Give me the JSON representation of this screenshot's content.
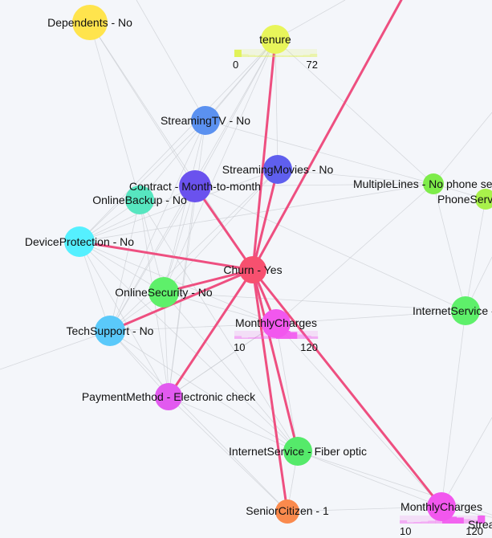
{
  "nodes": [
    {
      "id": "dependents",
      "label": "Dependents - No",
      "color": "#ffe44d"
    },
    {
      "id": "tenure",
      "label": "tenure",
      "color": "#e8f55a",
      "hist": {
        "min": "0",
        "max": "72",
        "color": "#dff24a"
      }
    },
    {
      "id": "streamingtv",
      "label": "StreamingTV - No",
      "color": "#5b91f0"
    },
    {
      "id": "streamingmov",
      "label": "StreamingMovies - No",
      "color": "#5f5fee"
    },
    {
      "id": "contract",
      "label": "Contract - Month-to-month",
      "color": "#6a52ee"
    },
    {
      "id": "onlinebackup",
      "label": "OnlineBackup - No",
      "color": "#57e6c0"
    },
    {
      "id": "multiplelines",
      "label": "MultipleLines - No phone se",
      "color": "#7eec4a"
    },
    {
      "id": "phoneservice",
      "label": "PhoneServ",
      "color": "#a9f14b"
    },
    {
      "id": "deviceprot",
      "label": "DeviceProtection - No",
      "color": "#55f0ff"
    },
    {
      "id": "churn",
      "label": "Churn - Yes",
      "color": "#f7506f"
    },
    {
      "id": "onlinesec",
      "label": "OnlineSecurity - No",
      "color": "#5ef06a"
    },
    {
      "id": "internetsvc1",
      "label": "InternetService -",
      "color": "#5ef06a"
    },
    {
      "id": "monthly1",
      "label": "MonthlyCharges",
      "color": "#f257ee",
      "hist": {
        "min": "10",
        "max": "120",
        "color": "#f257ee"
      }
    },
    {
      "id": "techsupport",
      "label": "TechSupport - No",
      "color": "#5ac9fa"
    },
    {
      "id": "payment",
      "label": "PaymentMethod - Electronic check",
      "color": "#e25aef"
    },
    {
      "id": "internetfib",
      "label": "InternetService - Fiber optic",
      "color": "#55ea6a"
    },
    {
      "id": "senior",
      "label": "SeniorCitizen - 1",
      "color": "#fa8a4d"
    },
    {
      "id": "monthly2",
      "label": "MonthlyCharges",
      "color": "#f257ee",
      "hist": {
        "min": "10",
        "max": "120",
        "color": "#f257ee"
      }
    },
    {
      "id": "strea",
      "label": "Strea",
      "color": "#5f5fee"
    }
  ],
  "highlight_edges": [
    [
      "churn",
      "contract"
    ],
    [
      "churn",
      "tenure"
    ],
    [
      "churn",
      "streamingmov"
    ],
    [
      "churn",
      "deviceprot"
    ],
    [
      "churn",
      "onlinesec"
    ],
    [
      "churn",
      "techsupport"
    ],
    [
      "churn",
      "payment"
    ],
    [
      "churn",
      "internetfib"
    ],
    [
      "churn",
      "senior"
    ],
    [
      "churn",
      "monthly1"
    ],
    [
      "churn",
      "monthly2"
    ],
    [
      "churn",
      "offscreen"
    ]
  ]
}
